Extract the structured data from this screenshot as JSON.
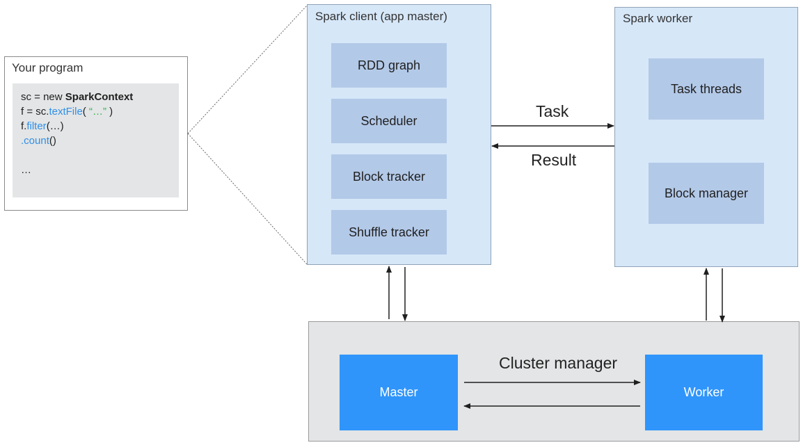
{
  "program": {
    "title": "Your program",
    "code": {
      "line1_prefix": "sc = new ",
      "line1_class": "SparkContext",
      "line2_prefix": "f = sc.",
      "line2_fn": "textFile",
      "line2_open": "( ",
      "line2_str": "“…”",
      "line2_close": " )",
      "line3_prefix": "f.",
      "line3_fn": "filter",
      "line3_args": "(…)",
      "line4_fn": ".count",
      "line4_args": "()",
      "line5": "…"
    }
  },
  "client": {
    "title": "Spark client (app master)",
    "blocks": [
      "RDD graph",
      "Scheduler",
      "Block tracker",
      "Shuffle tracker"
    ]
  },
  "worker": {
    "title": "Spark worker",
    "blocks": [
      "Task threads",
      "Block manager"
    ]
  },
  "arrows": {
    "task_label": "Task",
    "result_label": "Result"
  },
  "cluster": {
    "title": "Cluster manager",
    "master_label": "Master",
    "worker_label": "Worker"
  },
  "colors": {
    "box_fill": "#d6e7f8",
    "inner_block": "#b3c9e8",
    "cluster_fill": "#e3e5e6",
    "accent_blue": "#2f95fb",
    "code_fn": "#2f8fe8",
    "code_string": "#2fb24a"
  }
}
